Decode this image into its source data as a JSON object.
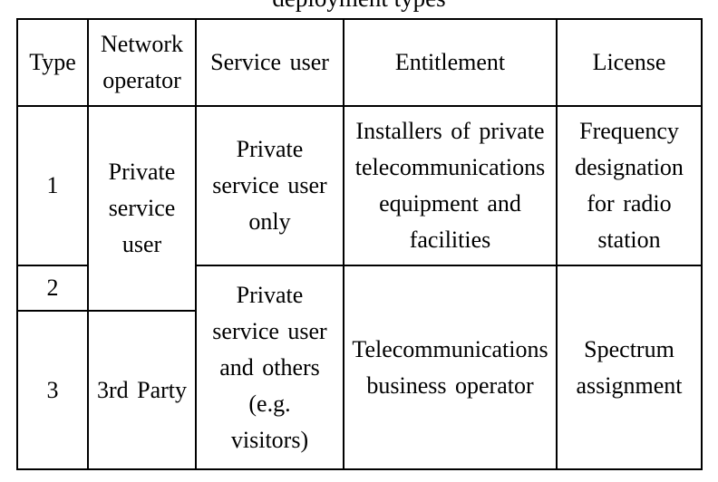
{
  "caption": "deployment types",
  "table": {
    "headers": {
      "type": "Type",
      "network_operator": [
        "Network",
        "operator"
      ],
      "service_user": "Service user",
      "entitlement": "Entitlement",
      "license": "License"
    },
    "rows": [
      {
        "type": "1",
        "network_operator": [
          "Private",
          "service",
          "user"
        ],
        "service_user": [
          "Private",
          "service user",
          "only"
        ],
        "entitlement": [
          "Installers of private",
          "telecommunications",
          "equipment and",
          "facilities"
        ],
        "license": [
          "Frequency",
          "designation",
          "for radio",
          "station"
        ]
      },
      {
        "type": "2"
      },
      {
        "type": "3",
        "network_operator": [
          "3rd Party"
        ],
        "service_user": [
          "Private",
          "service user",
          "and others",
          "(e.g.",
          "visitors)"
        ],
        "entitlement": [
          "Telecommunications",
          "business operator"
        ],
        "license": [
          "Spectrum",
          "assignment"
        ]
      }
    ]
  }
}
